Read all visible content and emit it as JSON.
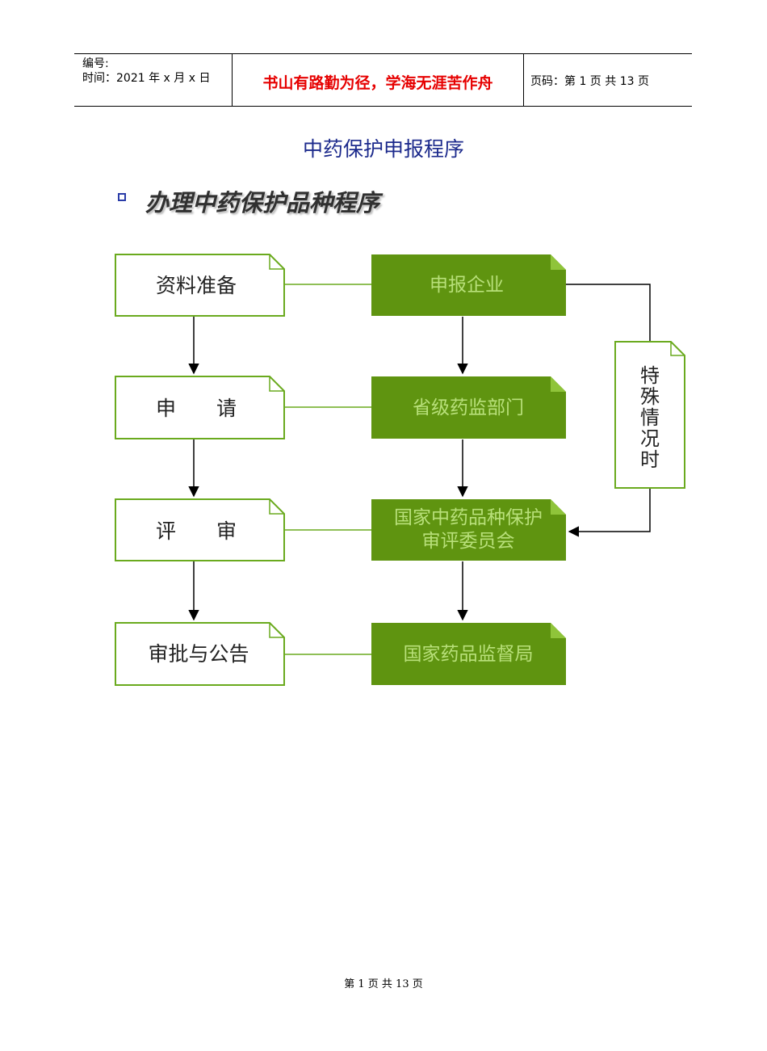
{
  "header": {
    "serial_label": "编号:",
    "time_label": "时间：2021 年 x 月 x 日",
    "motto": "书山有路勤为径，学海无涯苦作舟",
    "page_info": "页码：第 1 页  共 13 页"
  },
  "title": "中药保护申报程序",
  "section_heading": "办理中药保护品种程序",
  "flowchart": {
    "left_steps": [
      "资料准备",
      "申　　请",
      "评　　审",
      "审批与公告"
    ],
    "right_steps": [
      {
        "lines": [
          "申报企业"
        ]
      },
      {
        "lines": [
          "省级药监部门"
        ]
      },
      {
        "lines": [
          "国家中药品种保护",
          "审评委员会"
        ]
      },
      {
        "lines": [
          "国家药品监督局"
        ]
      }
    ],
    "special_case": "特殊情况时",
    "colors": {
      "green": "#5f9410",
      "green_text": "#b8e07a",
      "outline": "#6aaa1e"
    }
  },
  "footer": "第 1 页 共 13 页"
}
